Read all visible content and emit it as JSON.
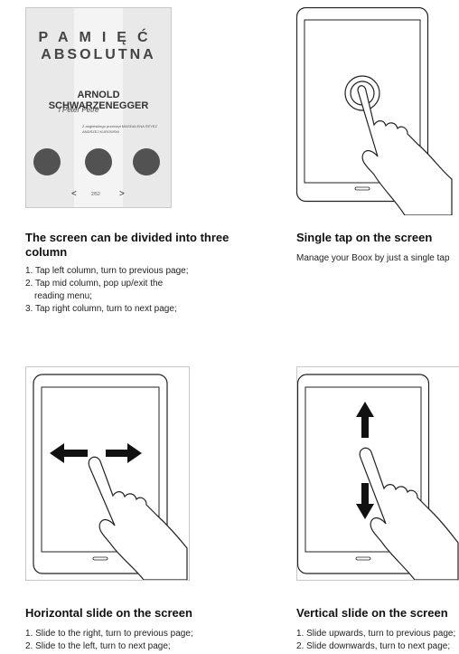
{
  "cover": {
    "title_line1": "PAMIĘĆ",
    "title_line2": "ABSOLUTNA",
    "author": "ARNOLD SCHWARZENEGGER",
    "coauthor": "i Peter Petre",
    "small_text": "Z angielskiego przełożył MAGDALENA SEYEZ ANDRZEJ KUROWSKI",
    "nav_prev": "<",
    "nav_next": ">",
    "page_indicator": "2/52"
  },
  "sections": [
    {
      "heading": "The screen can be divided into three column",
      "items": [
        "1. Tap left column, turn to previous page;",
        "2. Tap mid column, pop up/exit the",
        "reading menu;",
        "3. Tap right column, turn to next page;"
      ]
    },
    {
      "heading": "Single tap on the screen",
      "body": "Manage your Boox by just a single tap"
    },
    {
      "heading": "Horizontal slide on the screen",
      "items": [
        "1. Slide to the  right, turn to previous page;",
        "2. Slide to the left, turn to next page;"
      ]
    },
    {
      "heading": "Vertical slide on the screen",
      "items": [
        "1. Slide upwards, turn to previous page;",
        "2. Slide downwards, turn to next page;"
      ]
    }
  ],
  "icons": [
    "single-tap-illustration",
    "horizontal-slide-illustration",
    "vertical-slide-illustration",
    "device-icon",
    "hand-pointer-icon",
    "arrow-left-icon",
    "arrow-right-icon",
    "arrow-up-icon",
    "arrow-down-icon"
  ]
}
